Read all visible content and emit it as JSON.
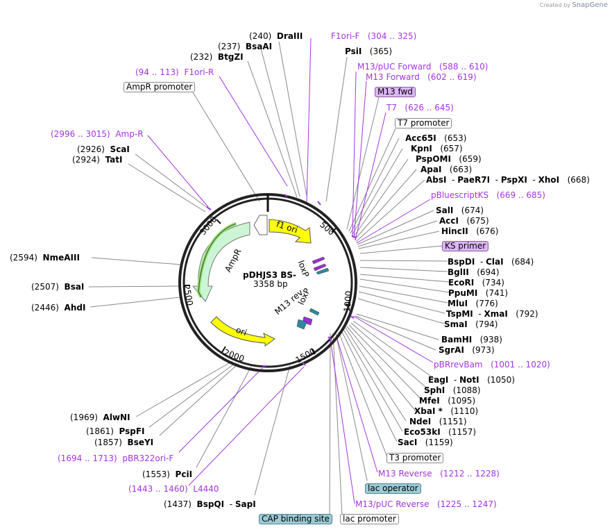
{
  "plasmid": {
    "name": "pDHJS3 BS-",
    "length": "3358 bp"
  },
  "credit": {
    "prefix": "Created by",
    "brand": "SnapGene"
  },
  "ticks": [
    "500",
    "1000",
    "1500",
    "2000",
    "2500",
    "3000"
  ],
  "features": {
    "f1ori": "f1 ori",
    "ampr": "AmpR",
    "ori": "ori",
    "loxp1": "loxP",
    "loxp2": "loxP",
    "m13rev": "M13 rev"
  },
  "labels": {
    "draiii": {
      "name": "DraIII",
      "pos": "(240)"
    },
    "bsaai": {
      "name": "BsaAI",
      "pos": "(237)"
    },
    "btgzi": {
      "name": "BtgZI",
      "pos": "(232)"
    },
    "f1orir": {
      "name": "F1ori-R",
      "pos": "(94 .. 113)"
    },
    "ampr_promoter": "AmpR promoter",
    "ampr_primer": {
      "name": "Amp-R",
      "pos": "(2996 .. 3015)"
    },
    "scai": {
      "name": "ScaI",
      "pos": "(2926)"
    },
    "tati": {
      "name": "TatI",
      "pos": "(2924)"
    },
    "nmeaiii": {
      "name": "NmeAIII",
      "pos": "(2594)"
    },
    "bsai": {
      "name": "BsaI",
      "pos": "(2507)"
    },
    "ahdi": {
      "name": "AhdI",
      "pos": "(2446)"
    },
    "alwni": {
      "name": "AlwNI",
      "pos": "(1969)"
    },
    "pspfi": {
      "name": "PspFI",
      "pos": "(1861)"
    },
    "bseyi": {
      "name": "BseYI",
      "pos": "(1857)"
    },
    "pbr322orif": {
      "name": "pBR322ori-F",
      "pos": "(1694 .. 1713)"
    },
    "pcii": {
      "name": "PciI",
      "pos": "(1553)"
    },
    "l4440": {
      "name": "L4440",
      "pos": "(1443 .. 1460)"
    },
    "bspqi": {
      "name": "BspQI",
      "name2": "SapI",
      "pos": "(1437)"
    },
    "cap": "CAP binding site",
    "lac_promoter": "lac promoter",
    "m13puc_rev": {
      "name": "M13/pUC Reverse",
      "pos": "(1225 .. 1247)"
    },
    "lac_operator": "lac operator",
    "m13_reverse": {
      "name": "M13 Reverse",
      "pos": "(1212 .. 1228)"
    },
    "t3_promoter": "T3 promoter",
    "saci": {
      "name": "SacI",
      "pos": "(1159)"
    },
    "eco53ki": {
      "name": "Eco53kI",
      "pos": "(1157)"
    },
    "ndei": {
      "name": "NdeI",
      "pos": "(1151)"
    },
    "xbai": {
      "name": "XbaI *",
      "pos": "(1110)"
    },
    "mfei": {
      "name": "MfeI",
      "pos": "(1095)"
    },
    "sphi": {
      "name": "SphI",
      "pos": "(1088)"
    },
    "eagi": {
      "name": "EagI",
      "name2": "NotI",
      "pos": "(1050)"
    },
    "pbrrevbam": {
      "name": "pBRrevBam",
      "pos": "(1001 .. 1020)"
    },
    "sgrai": {
      "name": "SgrAI",
      "pos": "(973)"
    },
    "bamhi": {
      "name": "BamHI",
      "pos": "(938)"
    },
    "smai": {
      "name": "SmaI",
      "pos": "(794)"
    },
    "tspmi": {
      "name": "TspMI",
      "name2": "XmaI",
      "pos": "(792)"
    },
    "mlui": {
      "name": "MluI",
      "pos": "(776)"
    },
    "ppumi": {
      "name": "PpuMI",
      "pos": "(741)"
    },
    "ecori": {
      "name": "EcoRI",
      "pos": "(734)"
    },
    "bglii": {
      "name": "BglII",
      "pos": "(694)"
    },
    "bspdi": {
      "name": "BspDI",
      "name2": "ClaI",
      "pos": "(684)"
    },
    "ks_primer": "KS primer",
    "hincii": {
      "name": "HincII",
      "pos": "(676)"
    },
    "acci": {
      "name": "AccI",
      "pos": "(675)"
    },
    "sali": {
      "name": "SalI",
      "pos": "(674)"
    },
    "pbluescriptks": {
      "name": "pBluescriptKS",
      "pos": "(669 .. 685)"
    },
    "absi": {
      "name": "AbsI",
      "name2": "PaeR7I",
      "name3": "PspXI",
      "name4": "XhoI",
      "pos": "(668)"
    },
    "apai": {
      "name": "ApaI",
      "pos": "(663)"
    },
    "pspomi": {
      "name": "PspOMI",
      "pos": "(659)"
    },
    "kpni": {
      "name": "KpnI",
      "pos": "(657)"
    },
    "acc65i": {
      "name": "Acc65I",
      "pos": "(653)"
    },
    "t7_promoter": "T7 promoter",
    "t7": {
      "name": "T7",
      "pos": "(626 .. 645)"
    },
    "m13_fwd": "M13 fwd",
    "m13_forward": {
      "name": "M13 Forward",
      "pos": "(602 .. 619)"
    },
    "m13puc_fwd": {
      "name": "M13/pUC Forward",
      "pos": "(588 .. 610)"
    },
    "psii": {
      "name": "PsiI",
      "pos": "(365)"
    },
    "f1orif": {
      "name": "F1ori-F",
      "pos": "(304 .. 325)"
    }
  },
  "colors": {
    "primer": "#a434e0",
    "f1ori": "#ffff00",
    "ampr": "#ccf5d6",
    "teal_feature": "#2d8a9e",
    "purple_feature": "#9b30d6"
  }
}
